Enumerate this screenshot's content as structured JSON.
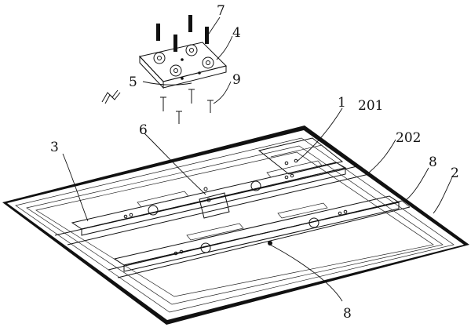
{
  "figure": {
    "labels": {
      "l7": "7",
      "l4": "4",
      "l5": "5",
      "l9": "9",
      "l1": "1",
      "l201": "201",
      "l6": "6",
      "l202": "202",
      "l3": "3",
      "l8a": "8",
      "l2": "2",
      "l8b": "8"
    }
  }
}
